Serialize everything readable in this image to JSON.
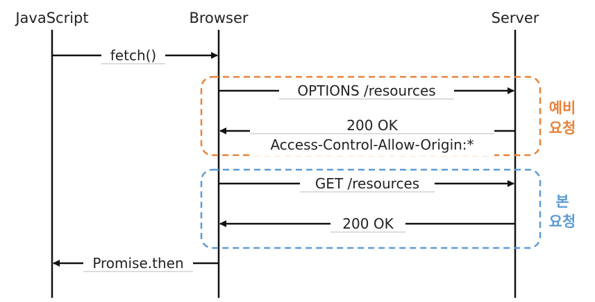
{
  "actors": {
    "javascript": "JavaScript",
    "browser": "Browser",
    "server": "Server"
  },
  "messages": {
    "fetch": "fetch()",
    "options": "OPTIONS /resources",
    "preflight_ok": "200 OK",
    "preflight_header": "Access-Control-Allow-Origin:*",
    "get": "GET /resources",
    "main_ok": "200 OK",
    "promise": "Promise.then"
  },
  "groups": {
    "preflight": {
      "label_line1": "예비",
      "label_line2": "요청",
      "color": "#E8823A"
    },
    "main": {
      "label_line1": "본",
      "label_line2": "요청",
      "color": "#5B9BD5"
    }
  },
  "colors": {
    "line": "#111111",
    "text_bg": "#dddddd"
  }
}
